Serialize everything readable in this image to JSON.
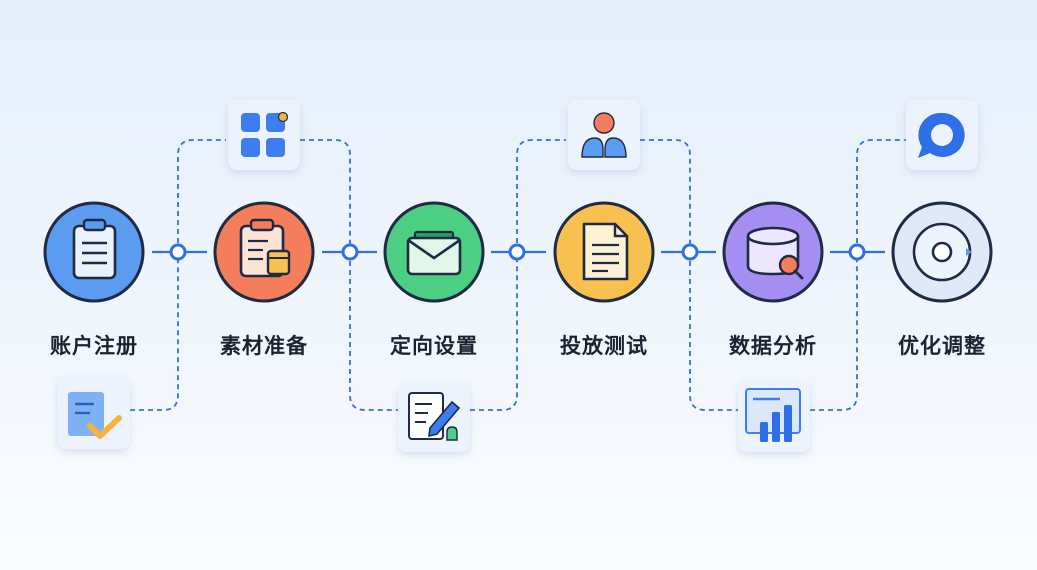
{
  "steps": [
    {
      "label": "账户注册",
      "icon": "clipboard-icon",
      "color": "#5b9cf0",
      "sub_icon": "document-check-icon"
    },
    {
      "label": "素材准备",
      "icon": "material-clipboard-icon",
      "color": "#f47d5c",
      "sub_icon": "app-grid-icon"
    },
    {
      "label": "定向设置",
      "icon": "envelope-icon",
      "color": "#4ccf82",
      "sub_icon": "edit-document-icon"
    },
    {
      "label": "投放测试",
      "icon": "document-icon",
      "color": "#f8c04e",
      "sub_icon": "user-group-icon"
    },
    {
      "label": "数据分析",
      "icon": "database-search-icon",
      "color": "#a48ef2",
      "sub_icon": "bar-chart-report-icon"
    },
    {
      "label": "优化调整",
      "icon": "target-icon",
      "color": "#dfe9f8",
      "sub_icon": "chat-bubble-icon"
    }
  ],
  "colors": {
    "connector": "#2f6fe8",
    "ring": "#1f2a44",
    "label": "#1e2230",
    "card": "#edf3fc"
  }
}
